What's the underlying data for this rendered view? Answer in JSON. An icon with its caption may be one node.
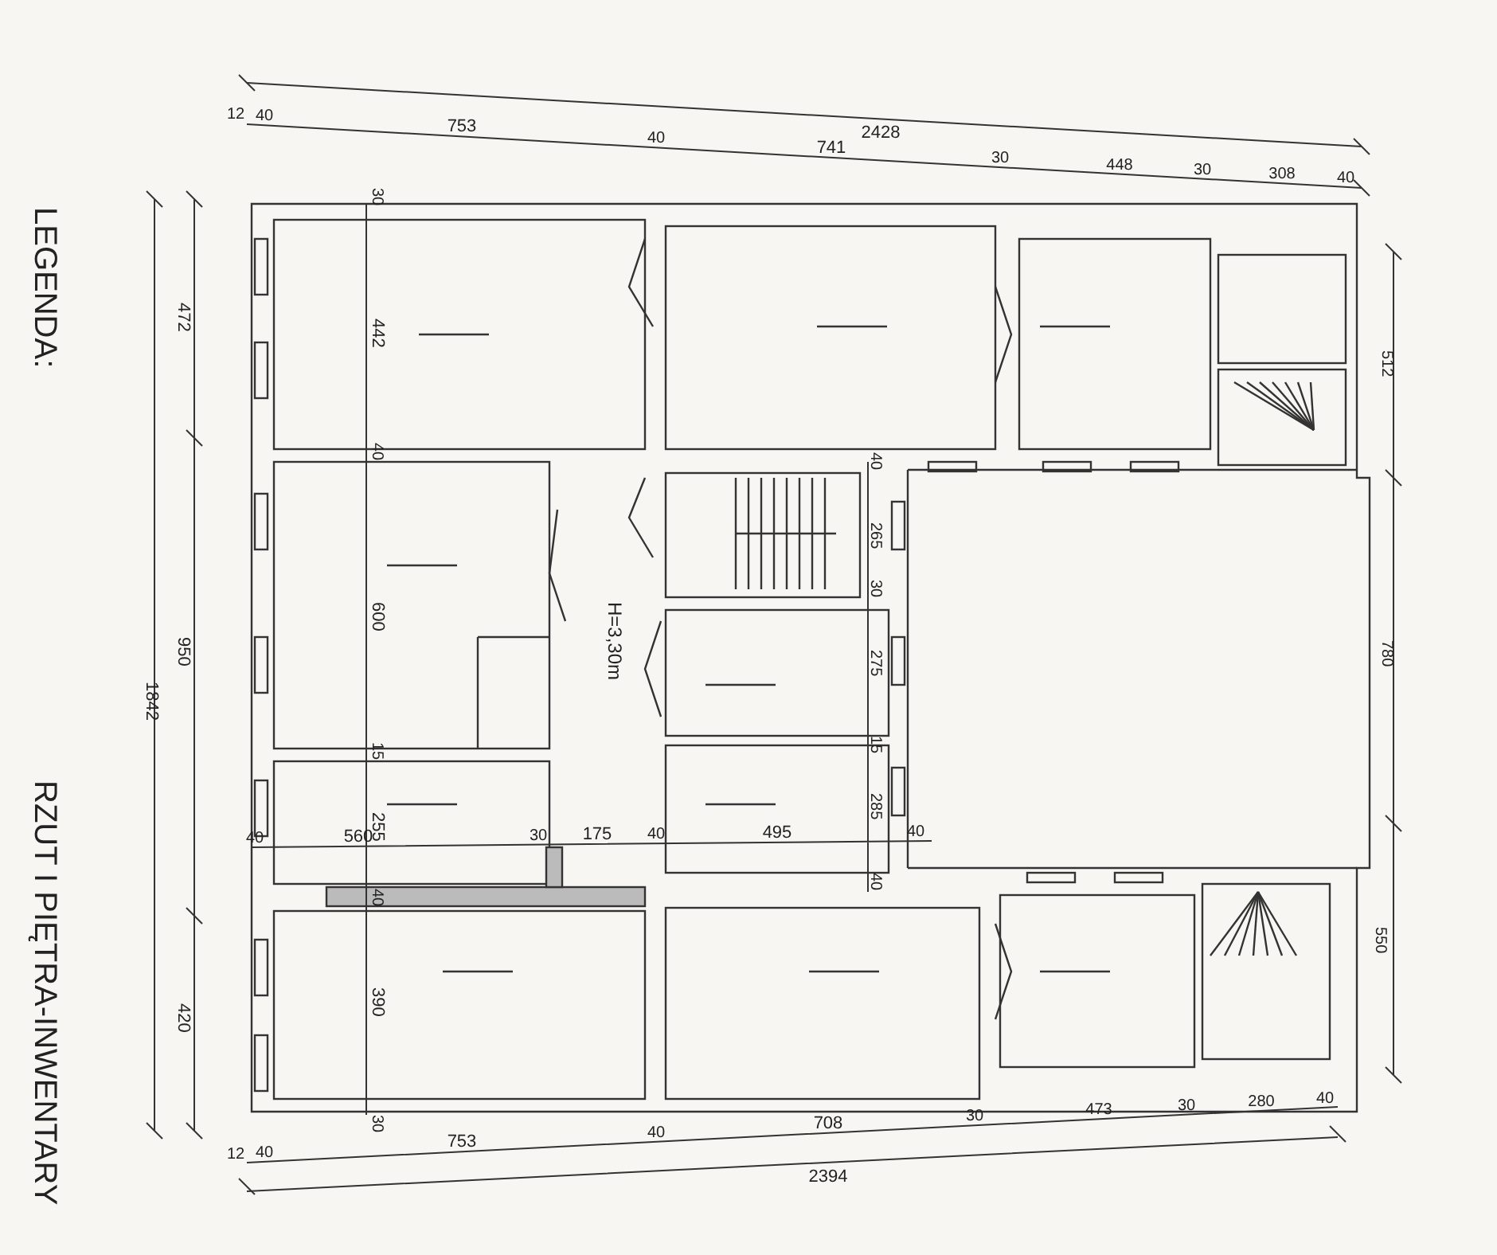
{
  "diagram": {
    "title": "RZUT I PIĘTRA-INWENTARY",
    "labels": [
      "LEGENDA:",
      "2428",
      "12",
      "40",
      "753",
      "40",
      "741",
      "30",
      "448",
      "30",
      "308",
      "40",
      "472",
      "950",
      "1842",
      "420",
      "30",
      "442",
      "40",
      "600",
      "15",
      "255",
      "40",
      "390",
      "30",
      "40",
      "265",
      "30",
      "275",
      "15",
      "285",
      "40",
      "H=3,30m",
      "40",
      "560",
      "30",
      "175",
      "40",
      "495",
      "40",
      "512",
      "780",
      "550",
      "30",
      "473",
      "30",
      "280",
      "40",
      "12",
      "40",
      "753",
      "40",
      "708",
      "2394"
    ]
  }
}
